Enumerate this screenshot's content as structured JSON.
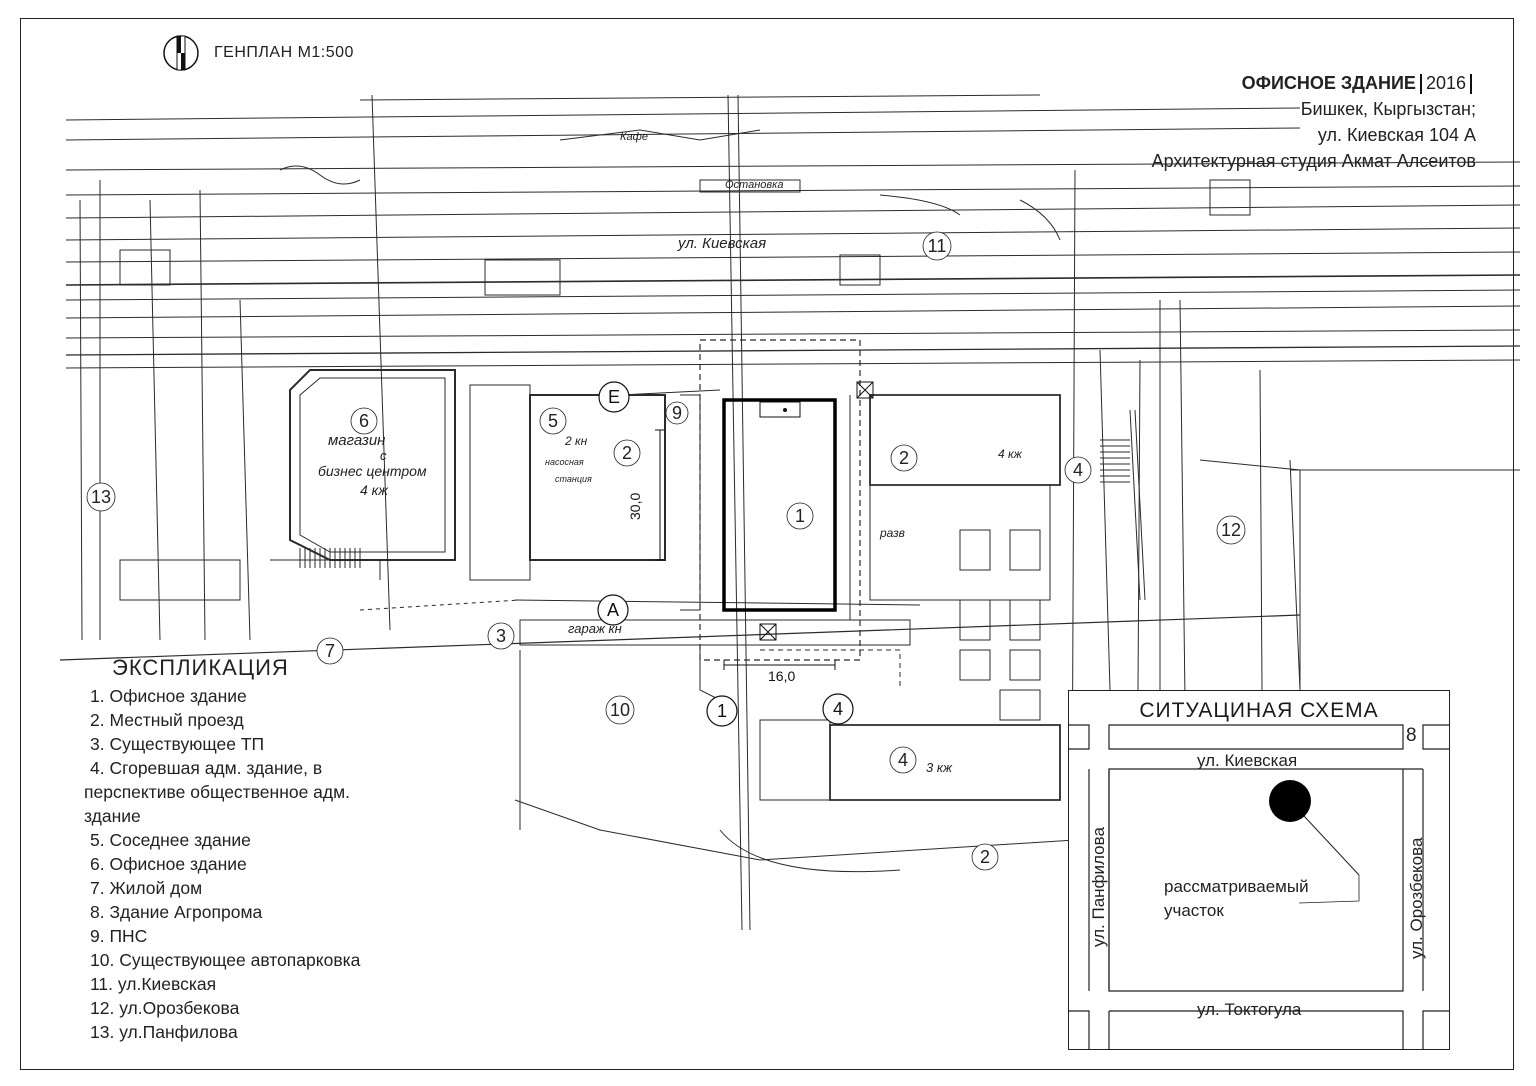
{
  "header": {
    "plan_title": "ГЕНПЛАН М1:500"
  },
  "title_block": {
    "project": "ОФИСНОЕ ЗДАНИЕ",
    "year": "2016",
    "city": "Бишкек, Кыргызстан;",
    "address": "ул. Киевская 104 А",
    "studio": "Архитектурная студия Акмат Алсеитов"
  },
  "map": {
    "markers": [
      "1",
      "2",
      "2",
      "2",
      "3",
      "4",
      "4",
      "4",
      "5",
      "6",
      "7",
      "9",
      "10",
      "11",
      "12",
      "13"
    ],
    "axis_markers": [
      "E",
      "A",
      "1",
      "4"
    ],
    "dimensions": {
      "width": "16,0",
      "length": "30,0"
    },
    "labels": {
      "street_kievskaya": "ул. Киевская",
      "shop": "магазин",
      "shop_c": "с",
      "business": "бизнес центром",
      "floors_4": "4 кж",
      "floors_2": "2 кн",
      "pump": "насосная",
      "station": "станция",
      "garage": "гараж кн",
      "floors_3": "3 кж",
      "stop": "Остановка",
      "cafe": "Кафе",
      "razv": "разв",
      "floors_4b": "4 кж"
    }
  },
  "legend": {
    "title": "ЭКСПЛИКАЦИЯ",
    "items": [
      "1. Офисное здание",
      "2. Местный проезд",
      "3. Существующее ТП",
      "4. Сгоревшая адм. здание, в",
      "перспективе общественное адм.",
      "здание",
      "5. Соседнее здание",
      "6. Офисное здание",
      "7. Жилой дом",
      "8. Здание Агропрома",
      "9. ПНС",
      "10. Существующее автопарковка",
      "11. ул.Киевская",
      "12. ул.Орозбекова",
      "13. ул.Панфилова"
    ]
  },
  "scheme": {
    "title": "СИТУАЦИНАЯ СХЕМА",
    "number": "8",
    "street_top": "ул. Киевская",
    "street_bottom": "ул. Токтогула",
    "street_left": "ул. Панфилова",
    "street_right": "ул. Орозбекова",
    "site_line1": "рассматриваемый",
    "site_line2": "участок"
  },
  "colors": {
    "ink": "#1a1a1a",
    "paper": "#ffffff",
    "plan_ink": "#2b2b2b"
  }
}
